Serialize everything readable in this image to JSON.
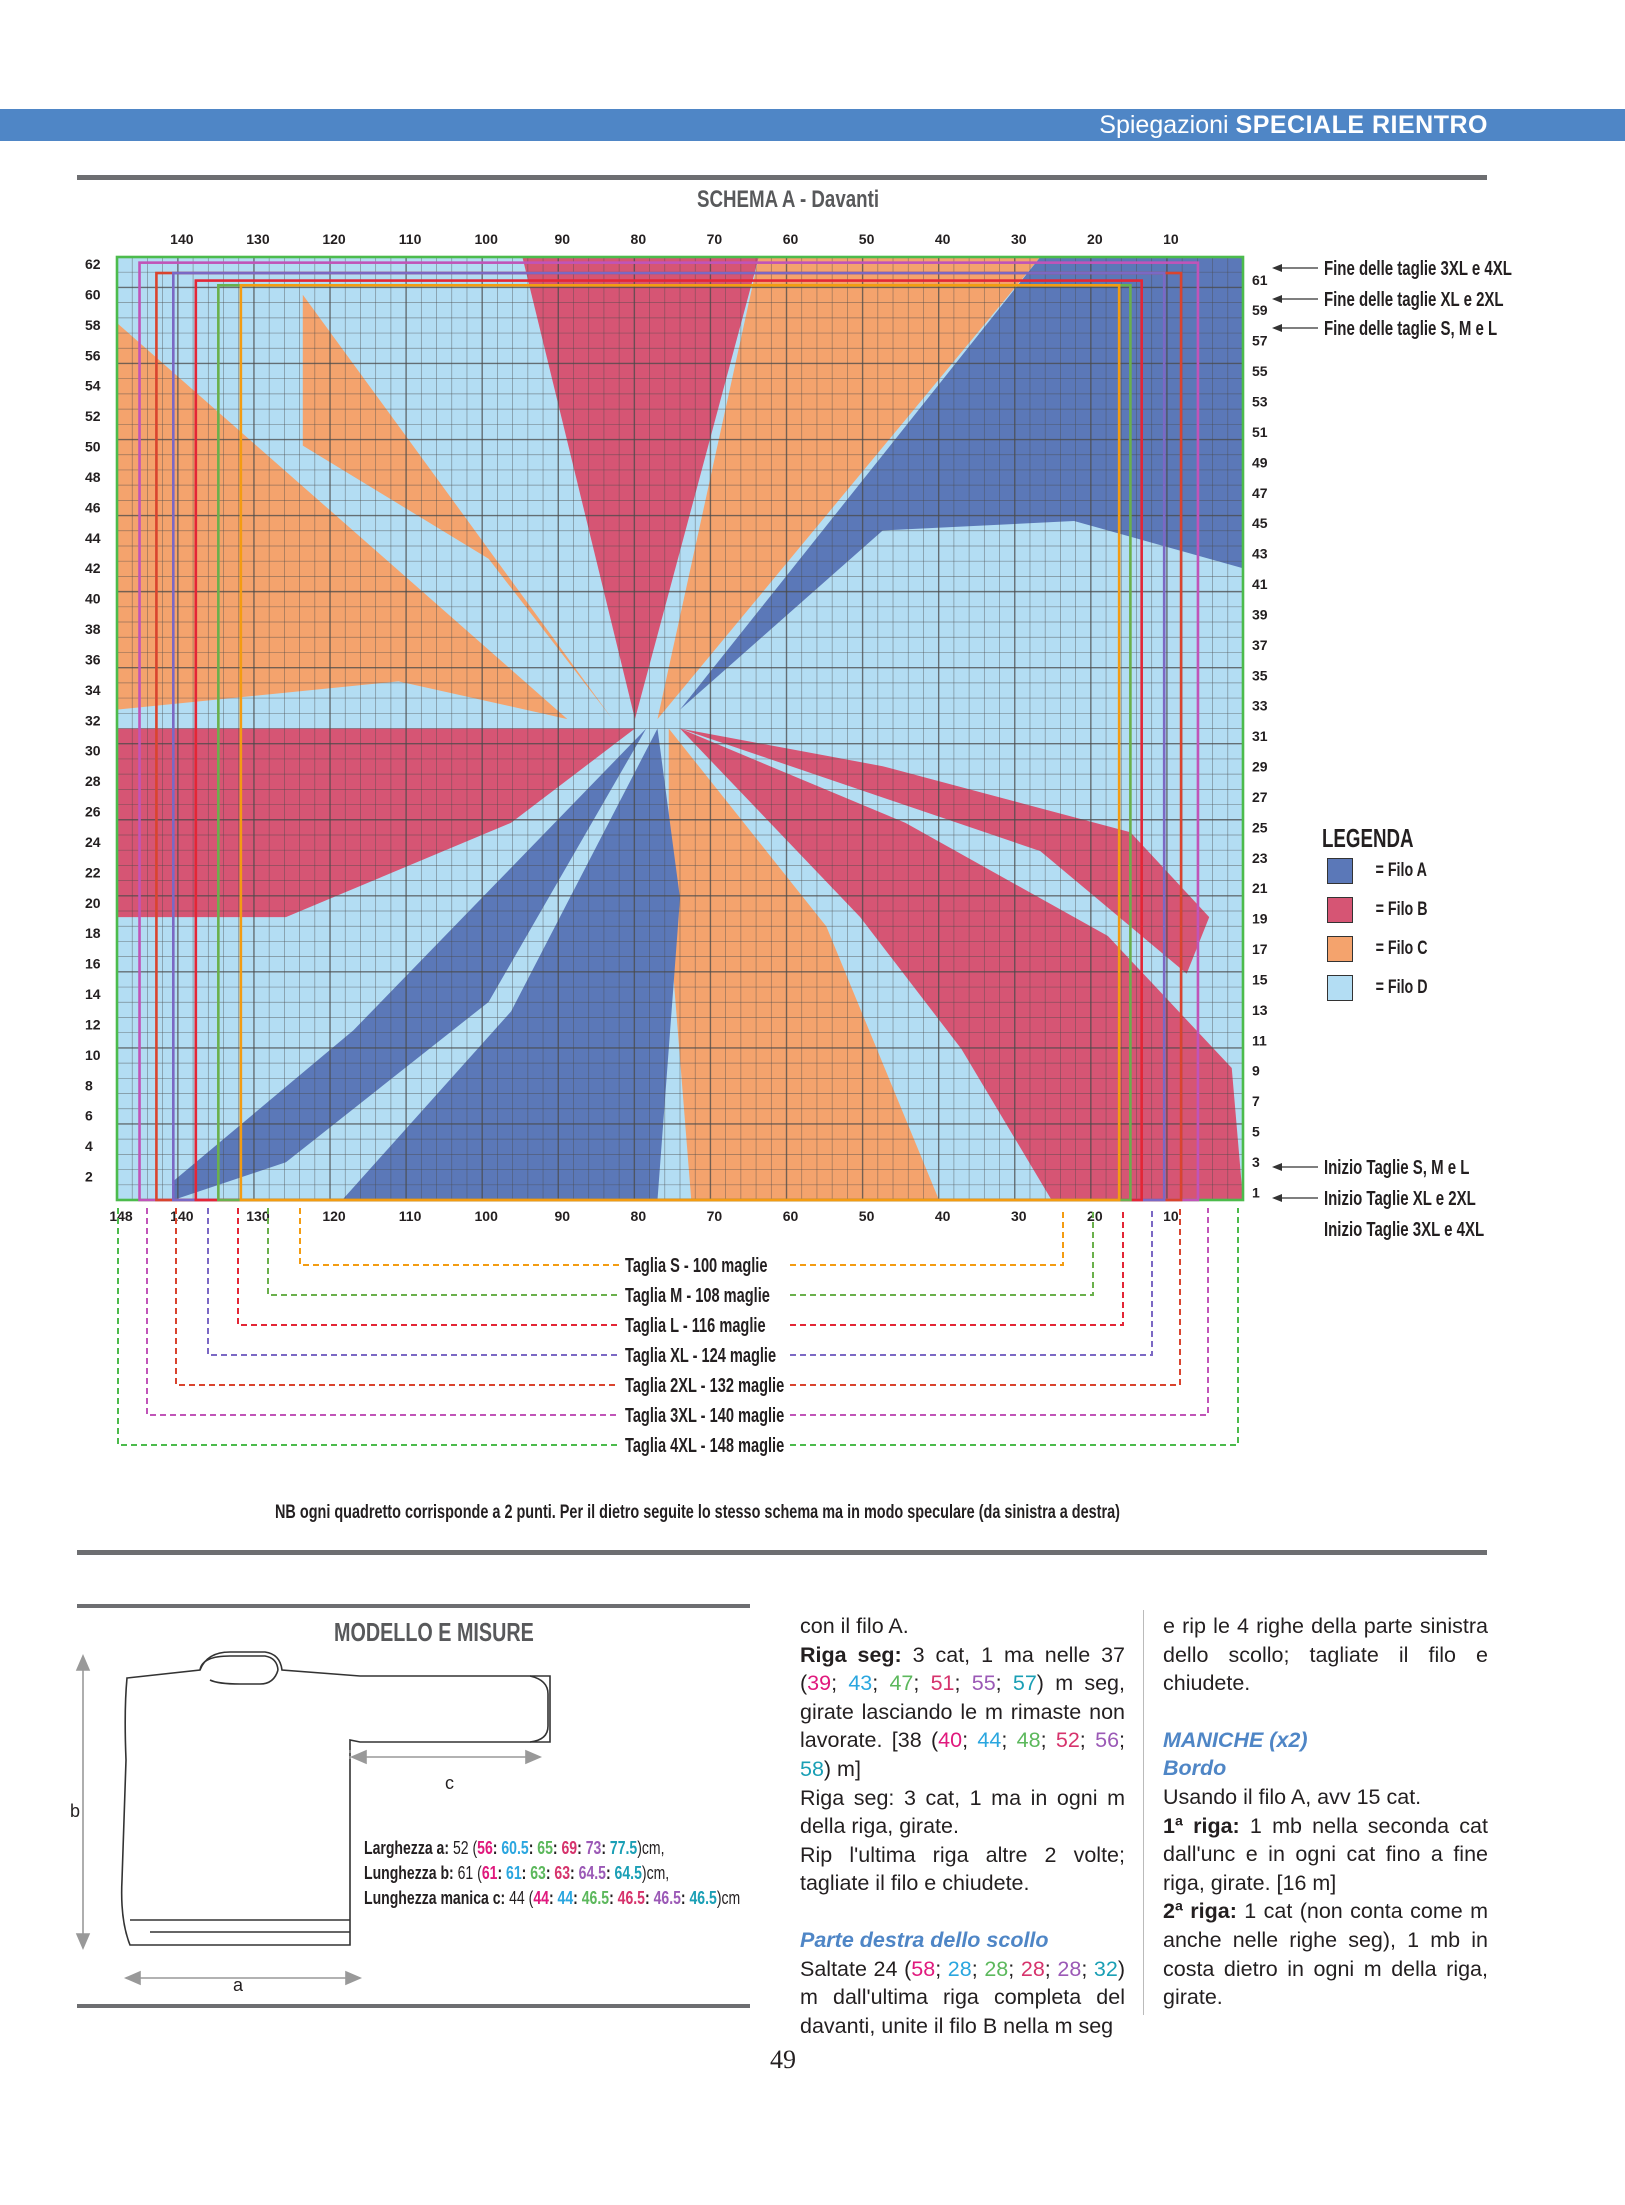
{
  "header": {
    "prefix": "Spiegazioni",
    "title": "SPECIALE RIENTRO"
  },
  "schema_title": "SCHEMA A - Davanti",
  "chart_data": {
    "type": "heatmap",
    "title": "SCHEMA A - Davanti",
    "grid_cols": 74,
    "grid_rows": 62,
    "top_axis_labels": [
      "140",
      "130",
      "120",
      "110",
      "100",
      "90",
      "80",
      "70",
      "60",
      "50",
      "40",
      "30",
      "20",
      "10"
    ],
    "bottom_axis_labels": [
      "148",
      "140",
      "130",
      "120",
      "110",
      "100",
      "90",
      "80",
      "70",
      "60",
      "50",
      "40",
      "30",
      "20",
      "10"
    ],
    "left_axis_labels": [
      "62",
      "60",
      "58",
      "56",
      "54",
      "52",
      "50",
      "48",
      "46",
      "44",
      "42",
      "40",
      "38",
      "36",
      "34",
      "32",
      "30",
      "28",
      "26",
      "24",
      "22",
      "20",
      "18",
      "16",
      "14",
      "12",
      "10",
      "8",
      "6",
      "4",
      "2"
    ],
    "right_axis_labels": [
      "61",
      "59",
      "57",
      "55",
      "53",
      "51",
      "49",
      "47",
      "45",
      "43",
      "41",
      "39",
      "37",
      "35",
      "33",
      "31",
      "29",
      "27",
      "25",
      "23",
      "21",
      "19",
      "17",
      "15",
      "13",
      "11",
      "9",
      "7",
      "5",
      "3",
      "1"
    ],
    "colors": {
      "A": "#5b78b8",
      "B": "#d65574",
      "C": "#f4a36d",
      "D": "#b3ddf3"
    },
    "right_notes_top": [
      "Fine delle taglie 3XL e 4XL",
      "Fine delle taglie XL e 2XL",
      "Fine delle taglie S, M e L"
    ],
    "right_notes_bottom": [
      "Inizio Taglie S, M e L",
      "Inizio Taglie XL e 2XL",
      "Inizio Taglie 3XL e 4XL"
    ],
    "sizes": [
      {
        "label": "Taglia S - 100 maglie",
        "color": "#f39c12"
      },
      {
        "label": "Taglia M - 108 maglie",
        "color": "#6ab04c"
      },
      {
        "label": "Taglia L - 116 maglie",
        "color": "#e32636"
      },
      {
        "label": "Taglia XL - 124 maglie",
        "color": "#7b68c4"
      },
      {
        "label": "Taglia 2XL - 132 maglie",
        "color": "#d9442e"
      },
      {
        "label": "Taglia 3XL - 140 maglie",
        "color": "#c054b8"
      },
      {
        "label": "Taglia 4XL - 148 maglie",
        "color": "#4cbb4c"
      }
    ]
  },
  "legend": {
    "title": "LEGENDA",
    "items": [
      {
        "label": "= Filo A",
        "color": "#5b78b8"
      },
      {
        "label": "= Filo B",
        "color": "#d65574"
      },
      {
        "label": "= Filo C",
        "color": "#f4a36d"
      },
      {
        "label": "= Filo D",
        "color": "#b3ddf3"
      }
    ]
  },
  "note": "NB ogni quadretto corrisponde a 2 punti. Per il dietro seguite lo stesso schema ma in modo speculare (da sinistra a destra)",
  "model": {
    "title": "MODELLO E MISURE",
    "labels": {
      "a": "a",
      "b": "b",
      "c": "c"
    },
    "measure_a": {
      "label": "Larghezza a:",
      "base": "52 (",
      "v": [
        "56",
        "60.5",
        "65",
        "69",
        "73",
        "77.5"
      ],
      "end": ")cm,"
    },
    "measure_b": {
      "label": "Lunghezza b:",
      "base": "61 (",
      "v": [
        "61",
        "61",
        "63",
        "63",
        "64.5",
        "64.5"
      ],
      "end": ")cm,"
    },
    "measure_c": {
      "label": "Lunghezza manica c:",
      "base": "44 (",
      "v": [
        "44",
        "44",
        "46.5",
        "46.5",
        "46.5",
        "46.5"
      ],
      "end": ")cm"
    }
  },
  "col1": {
    "l1": "con il filo A.",
    "riga_seg_label": "Riga seg:",
    "riga_seg_text_a": " 3 cat, 1 ma nelle 37 (",
    "n1": [
      "39",
      "43",
      "47",
      "51",
      "55",
      "57"
    ],
    "riga_seg_text_b": ") m seg, girate lasciando le m rimaste non lavorate. [38 (",
    "n2": [
      "40",
      "44",
      "48",
      "52",
      "56",
      "58"
    ],
    "riga_seg_text_c": ") m]",
    "p2": "Riga seg: 3 cat, 1 ma in ogni m della riga, girate.",
    "p3": "Rip l'ultima riga altre 2 volte; tagliate il filo e chiudete.",
    "subhead": "Parte destra dello scollo",
    "p4a": "Saltate 24 (",
    "n3": [
      "58",
      "28",
      "28",
      "28",
      "28",
      "32"
    ],
    "p4b": ") m dall'ultima riga completa del davanti, unite il filo B nella m seg"
  },
  "col2": {
    "p1": "e rip le 4 righe della parte sinistra dello scollo; tagliate il filo e chiudete.",
    "head": "MANICHE (x2)",
    "sub": "Bordo",
    "p2": "Usando il filo A, avv 15 cat.",
    "r1_label": "1ª riga:",
    "r1_text": " 1 mb nella seconda cat dall'unc e in ogni cat fino a fine riga, girate. [16 m]",
    "r2_label": "2ª riga:",
    "r2_text": " 1 cat (non conta come m anche nelle righe seg), 1 mb in costa dietro in ogni m della riga, girate."
  },
  "page_number": "49"
}
